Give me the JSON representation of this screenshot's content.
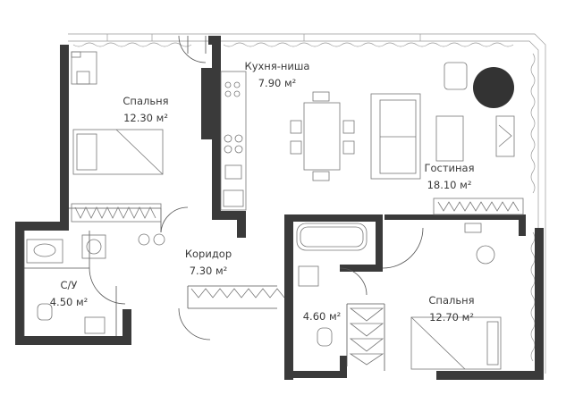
{
  "rooms": {
    "bedroom1": {
      "name": "Спальня",
      "area": "12.30 м²"
    },
    "kitchen": {
      "name": "Кухня-ниша",
      "area": "7.90 м²"
    },
    "living": {
      "name": "Гостиная",
      "area": "18.10 м²"
    },
    "corridor": {
      "name": "Коридор",
      "area": "7.30 м²"
    },
    "wc": {
      "name": "С/У",
      "area": "4.50 м²"
    },
    "bath": {
      "name": "",
      "area": "4.60 м²"
    },
    "bedroom2": {
      "name": "Спальня",
      "area": "12.70 м²"
    }
  },
  "colors": {
    "wall": "#3a3a3a",
    "line": "#555555",
    "furniture": "#777777"
  }
}
